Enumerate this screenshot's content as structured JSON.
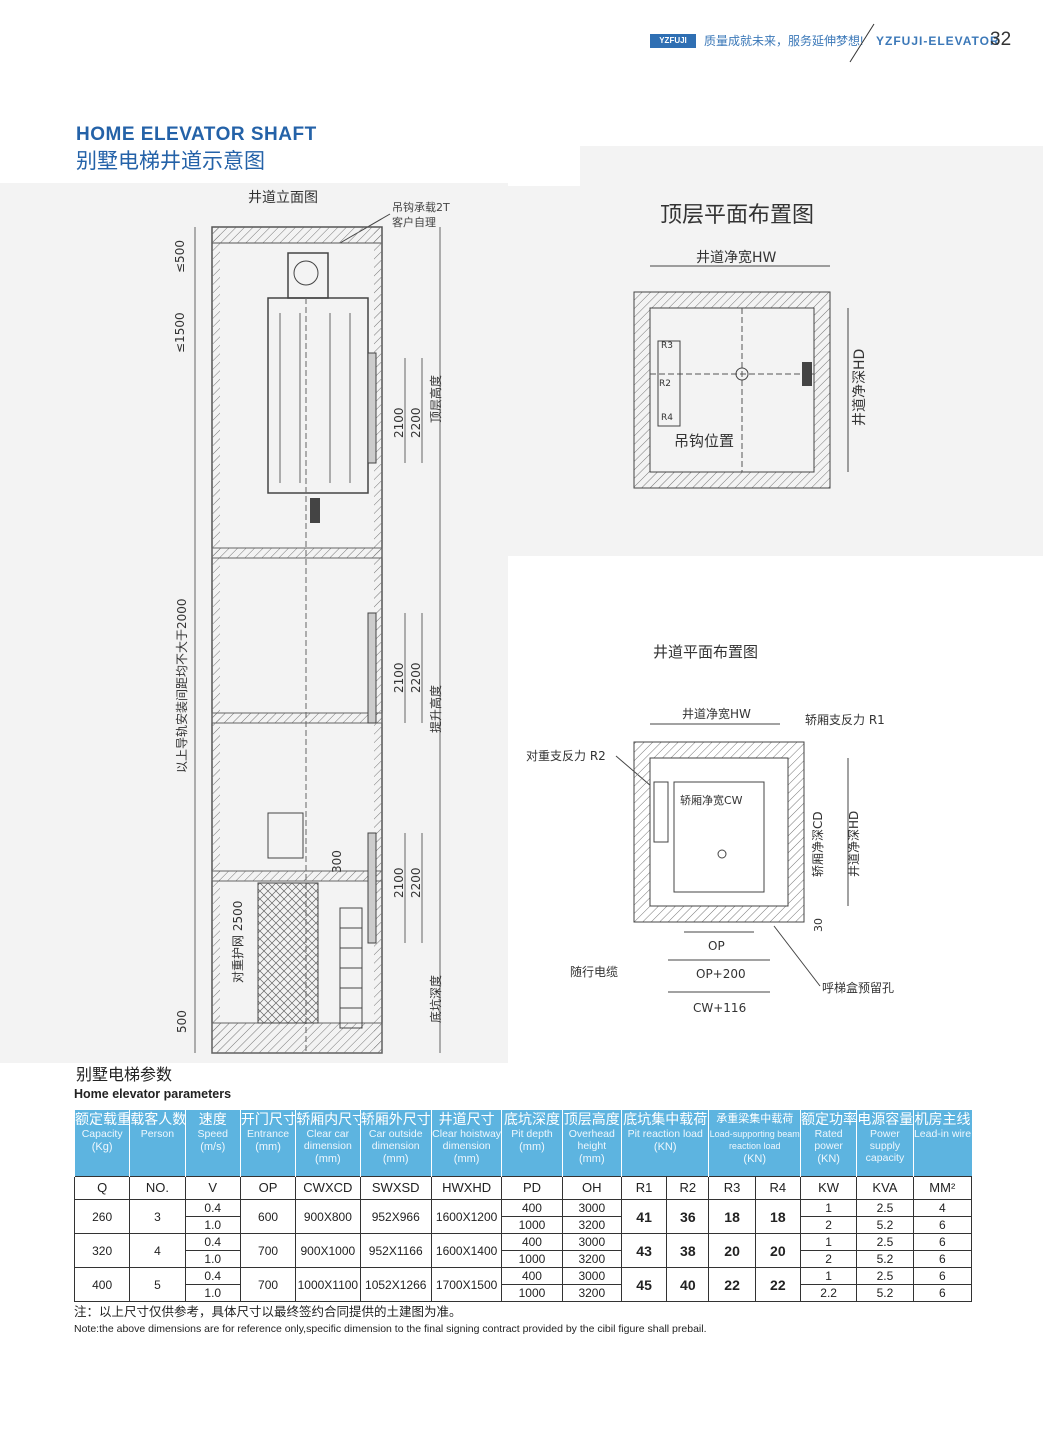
{
  "header": {
    "logo_text": "YZFUJI",
    "slogan": "质量成就未来，服务延伸梦想!",
    "brand": "YZFUJI-ELEVATOR",
    "page_number": "32"
  },
  "title": {
    "en": "HOME ELEVATOR SHAFT",
    "cn": "别墅电梯井道示意图"
  },
  "elevation": {
    "title": "井道立面图",
    "hook_note_1": "吊钩承载2T",
    "hook_note_2": "客户自理",
    "dim_500_top": "≤500",
    "dim_1500": "≤1500",
    "dim_2100": "2100",
    "dim_2200": "2200",
    "overhead_label": "顶层高度",
    "rail_note": "以上导轨安装间距均不大于2000",
    "travel_label": "提升高度",
    "guard_2500": "对重护网 2500",
    "dim_300": "300",
    "pit_label": "底坑深度",
    "dim_500_bottom": "500"
  },
  "top_plan": {
    "title": "顶层平面布置图",
    "hw_label": "井道净宽HW",
    "hd_label": "井道净深HD",
    "r3": "R3",
    "r2": "R2",
    "r4": "R4",
    "hook_position": "吊钩位置"
  },
  "shaft_plan": {
    "title": "井道平面布置图",
    "hw_label": "井道净宽HW",
    "r1_label": "轿厢支反力 R1",
    "r2_label": "对重支反力 R2",
    "cw_label": "轿厢净宽CW",
    "cd_label": "轿厢净深CD",
    "hd_label": "井道净深HD",
    "dim_30": "30",
    "op": "OP",
    "op200": "OP+200",
    "cw116": "CW+116",
    "cable_label": "随行电缆",
    "call_box_label": "呼梯盒预留孔"
  },
  "params": {
    "title_cn": "别墅电梯参数",
    "title_en": "Home elevator parameters",
    "headers": [
      {
        "cn": "额定载重",
        "en": "Capacity",
        "unit": "(Kg)"
      },
      {
        "cn": "载客人数",
        "en": "Person",
        "unit": ""
      },
      {
        "cn": "速度",
        "en": "Speed",
        "unit": "(m/s)"
      },
      {
        "cn": "开门尺寸",
        "en": "Entrance",
        "unit": "(mm)"
      },
      {
        "cn": "轿厢内尺寸",
        "en": "Clear car dimension",
        "unit": "(mm)"
      },
      {
        "cn": "轿厢外尺寸",
        "en": "Car outside dimension",
        "unit": "(mm)"
      },
      {
        "cn": "井道尺寸",
        "en": "Clear hoistway dimension",
        "unit": "(mm)"
      },
      {
        "cn": "底坑深度",
        "en": "Pit depth",
        "unit": "(mm)"
      },
      {
        "cn": "顶层高度",
        "en": "Overhead height",
        "unit": "(mm)"
      },
      {
        "cn": "底坑集中载荷",
        "en": "Pit reaction load",
        "unit": "(KN)"
      },
      {
        "cn": "承重梁集中载荷",
        "en": "Load-supporting beam reaction load",
        "unit": "(KN)"
      },
      {
        "cn": "额定功率",
        "en": "Rated power",
        "unit": "(KN)"
      },
      {
        "cn": "电源容量",
        "en": "Power supply capacity",
        "unit": ""
      },
      {
        "cn": "机房主线",
        "en": "Lead-in wire",
        "unit": ""
      }
    ],
    "codes": [
      "Q",
      "NO.",
      "V",
      "OP",
      "CWXCD",
      "SWXSD",
      "HWXHD",
      "PD",
      "OH",
      "R1",
      "R2",
      "R3",
      "R4",
      "KW",
      "KVA",
      "MM²"
    ],
    "rows": [
      {
        "q": "260",
        "no": "3",
        "v1": "0.4",
        "v2": "1.0",
        "op": "600",
        "cw": "900X800",
        "sw": "952X966",
        "hw": "1600X1200",
        "pd1": "400",
        "pd2": "1000",
        "oh1": "3000",
        "oh2": "3200",
        "r1": "41",
        "r2": "36",
        "r3": "18",
        "r4": "18",
        "kw1": "1",
        "kw2": "2",
        "kva1": "2.5",
        "kva2": "5.2",
        "mm1": "4",
        "mm2": "6"
      },
      {
        "q": "320",
        "no": "4",
        "v1": "0.4",
        "v2": "1.0",
        "op": "700",
        "cw": "900X1000",
        "sw": "952X1166",
        "hw": "1600X1400",
        "pd1": "400",
        "pd2": "1000",
        "oh1": "3000",
        "oh2": "3200",
        "r1": "43",
        "r2": "38",
        "r3": "20",
        "r4": "20",
        "kw1": "1",
        "kw2": "2",
        "kva1": "2.5",
        "kva2": "5.2",
        "mm1": "6",
        "mm2": "6"
      },
      {
        "q": "400",
        "no": "5",
        "v1": "0.4",
        "v2": "1.0",
        "op": "700",
        "cw": "1000X1100",
        "sw": "1052X1266",
        "hw": "1700X1500",
        "pd1": "400",
        "pd2": "1000",
        "oh1": "3000",
        "oh2": "3200",
        "r1": "45",
        "r2": "40",
        "r3": "22",
        "r4": "22",
        "kw1": "1",
        "kw2": "2.2",
        "kva1": "2.5",
        "kva2": "5.2",
        "mm1": "6",
        "mm2": "6"
      }
    ],
    "note_cn": "注：以上尺寸仅供参考，具体尺寸以最终签约合同提供的土建图为准。",
    "note_en": "Note:the above dimensions are for reference only,specific dimension to the final signing contract provided by the cibil figure shall prebail."
  }
}
